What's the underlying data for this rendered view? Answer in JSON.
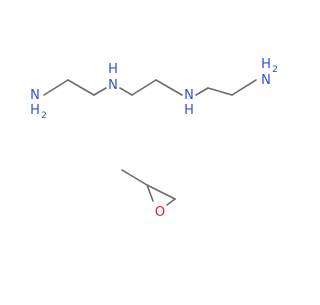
{
  "colors": {
    "bond": "#6b6b6b",
    "nitrogen": "#3150d4",
    "oxygen": "#e0231c",
    "background": "#ffffff"
  },
  "molecule_1": {
    "atoms": {
      "amine_left_N": "N",
      "amine_left_H": "H",
      "amine_left_H2": "2",
      "nh_1_N": "N",
      "nh_1_H": "H",
      "nh_2_N": "N",
      "nh_2_H": "H",
      "amine_right_N": "N",
      "amine_right_H": "H",
      "amine_right_H2": "2"
    }
  },
  "molecule_2": {
    "atoms": {
      "epoxide_O": "O"
    }
  }
}
